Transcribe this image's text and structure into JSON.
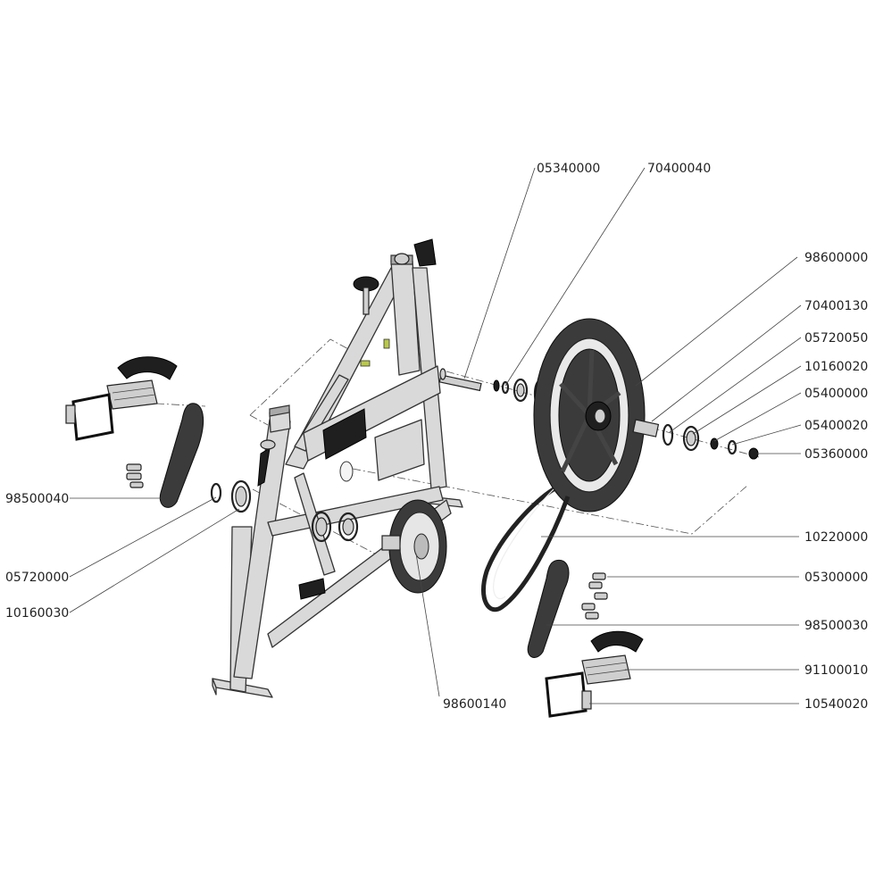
{
  "diagram": {
    "part_labels": {
      "l05340000": "05340000",
      "l70400040": "70400040",
      "l98600000": "98600000",
      "l70400130": "70400130",
      "l05720050": "05720050",
      "l10160020": "10160020",
      "l05400000": "05400000",
      "l05400020": "05400020",
      "l05360000": "05360000",
      "l98500040": "98500040",
      "l05720000": "05720000",
      "l10160030": "10160030",
      "l10220000": "10220000",
      "l05300000": "05300000",
      "l98500030": "98500030",
      "l91100010": "91100010",
      "l10540020": "10540020",
      "l98600140": "98600140"
    }
  }
}
